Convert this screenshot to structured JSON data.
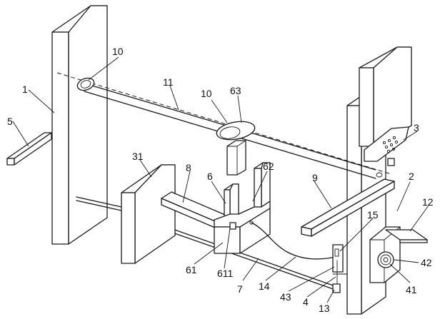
{
  "labels": {
    "l1": "1",
    "l2": "2",
    "l3": "3",
    "l4": "4",
    "l5": "5",
    "l6": "6",
    "l7": "7",
    "l8": "8",
    "l9": "9",
    "l10a": "10",
    "l10b": "10",
    "l11": "11",
    "l12": "12",
    "l13": "13",
    "l14": "14",
    "l15": "15",
    "l31": "31",
    "l41": "41",
    "l42": "42",
    "l43": "43",
    "l61": "61",
    "l62": "62",
    "l63": "63",
    "l611": "611"
  }
}
